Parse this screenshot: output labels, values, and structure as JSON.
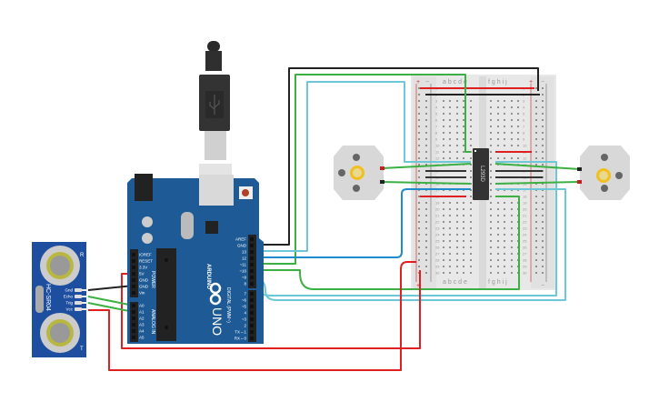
{
  "colors": {
    "board": "#1e5a96",
    "wire_black": "#222222",
    "wire_red": "#e02020",
    "wire_green": "#3cb043",
    "wire_lightblue": "#6cc7d6",
    "wire_blue": "#1e8ccc"
  },
  "arduino": {
    "brand": "ARDUINO",
    "model": "UNO",
    "digital_label": "DIGITAL (PWM~)",
    "power_label": "POWER",
    "analog_label": "ANALOG IN",
    "digital_pins": [
      "AREF",
      "GND",
      "13",
      "12",
      "~11",
      "~10",
      "~9",
      "8",
      "7",
      "~6",
      "~5",
      "4",
      "~3",
      "2",
      "TX→1",
      "RX←0"
    ],
    "power_pins": [
      "IOREF",
      "RESET",
      "3.3V",
      "5V",
      "GND",
      "GND",
      "Vin"
    ],
    "analog_pins": [
      "A0",
      "A1",
      "A2",
      "A3",
      "A4",
      "A5"
    ],
    "usb_icon": "usb-icon"
  },
  "sensor": {
    "name": "HC-SR04",
    "tx_mark": "T",
    "rx_mark": "R",
    "pins": [
      "Gnd",
      "Echo",
      "Trig",
      "Vcc"
    ]
  },
  "driver_chip": {
    "label": "L293D"
  },
  "breadboard": {
    "columns_left": "a b c d e",
    "columns_right": "f g h i j",
    "plus": "+",
    "minus": "−",
    "rows": 30
  },
  "motors": [
    {
      "icon": "gear-icon"
    },
    {
      "icon": "gear-icon"
    }
  ]
}
